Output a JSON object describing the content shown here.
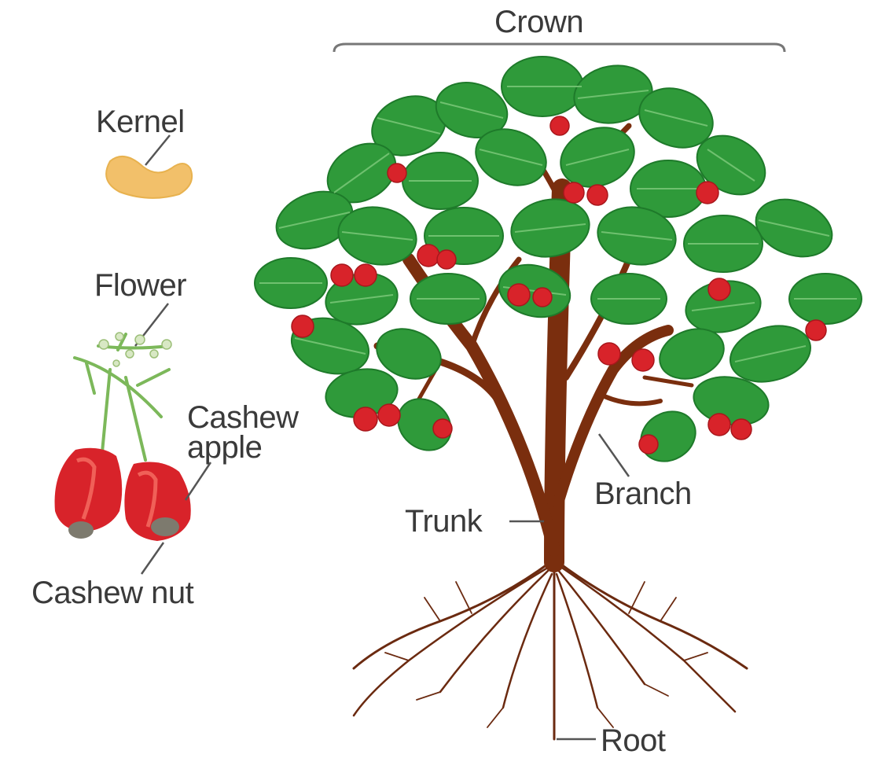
{
  "labels": {
    "crown": "Crown",
    "kernel": "Kernel",
    "flower": "Flower",
    "cashew_apple_line1": "Cashew",
    "cashew_apple_line2": "apple",
    "cashew_nut": "Cashew nut",
    "trunk": "Trunk",
    "branch": "Branch",
    "root": "Root"
  },
  "colors": {
    "leaf": "#2f9a3a",
    "leaf_dark": "#1e7a2a",
    "leaf_vein": "#6fc16f",
    "fruit": "#d8232a",
    "wood": "#7a2e0e",
    "root": "#6b2a10",
    "kernel": "#f2c06a",
    "nut": "#7d7a6e",
    "label": "#3a3a3a",
    "leader_line": "#555555"
  }
}
